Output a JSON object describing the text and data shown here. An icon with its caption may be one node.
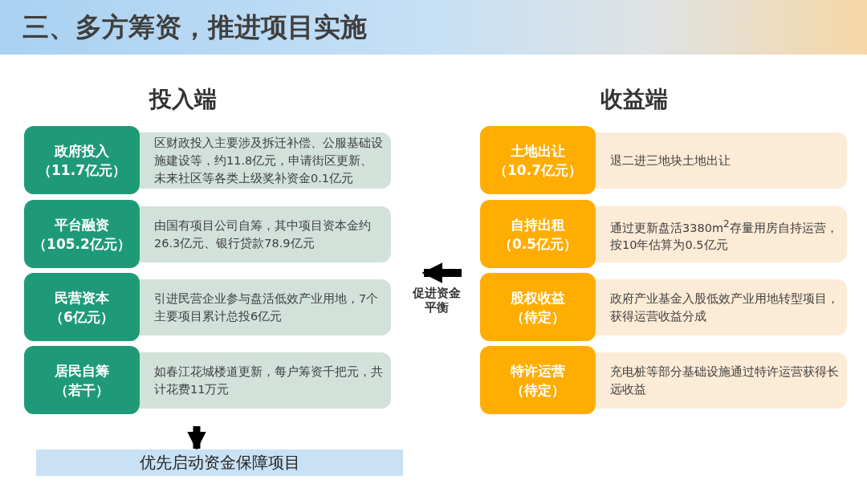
{
  "diagram": {
    "title": "三、多方筹资，推进项目实施",
    "nodes": [
      {
        "text": [
          "政府投入",
          "（11.7亿元）"
        ]
      },
      {
        "text": [
          "区财政投入主要涉及拆迁补偿、公服基础设施建设等，约11.8亿元，申请街区更新、未来社区等各类上级奖补资金0.1亿元"
        ]
      },
      {
        "text": [
          "平台融资",
          "（105.2亿元）"
        ]
      },
      {
        "text": [
          "由国有项目公司自筹，其中项目资本金约26.3亿元、银行贷款78.9亿元"
        ]
      },
      {
        "text": [
          "民营资本",
          "（6亿元）"
        ]
      },
      {
        "text": [
          "引进民营企业参与盘活低效产业用地，7个主要项目累计总投6亿元"
        ]
      },
      {
        "text": [
          "居民自筹",
          "（若干）"
        ]
      },
      {
        "text": [
          "如春江花城楼道更新，每户筹资千把元，共计花费11万元"
        ]
      },
      {
        "text": [
          "土地出让",
          "（10.7亿元）"
        ]
      },
      {
        "text": [
          "退二进三地块土地出让"
        ]
      },
      {
        "text": [
          "自持出租",
          "（0.5亿元）"
        ]
      },
      {
        "text": [
          "通过更新盘活3380m$^{2}$存量用房自持运营，按10年估算为0.5亿元"
        ]
      },
      {
        "text": [
          "股权收益",
          "（待定）"
        ]
      },
      {
        "text": [
          "政府产业基金入股低效产业用地转型项目，获得运营收益分成"
        ]
      },
      {
        "text": [
          "特许运营",
          "（待定）"
        ]
      },
      {
        "text": [
          "充电桩等部分基础设施通过特许运营获得长远收益"
        ]
      },
      {
        "text": [
          "优先启动资金保障项目"
        ]
      }
    ],
    "edges": [
      {
        "from": null,
        "to": 16,
        "arrow": "to"
      }
    ],
    "labels": [
      "投入端",
      "收益端",
      "促进资金平衡"
    ]
  }
}
